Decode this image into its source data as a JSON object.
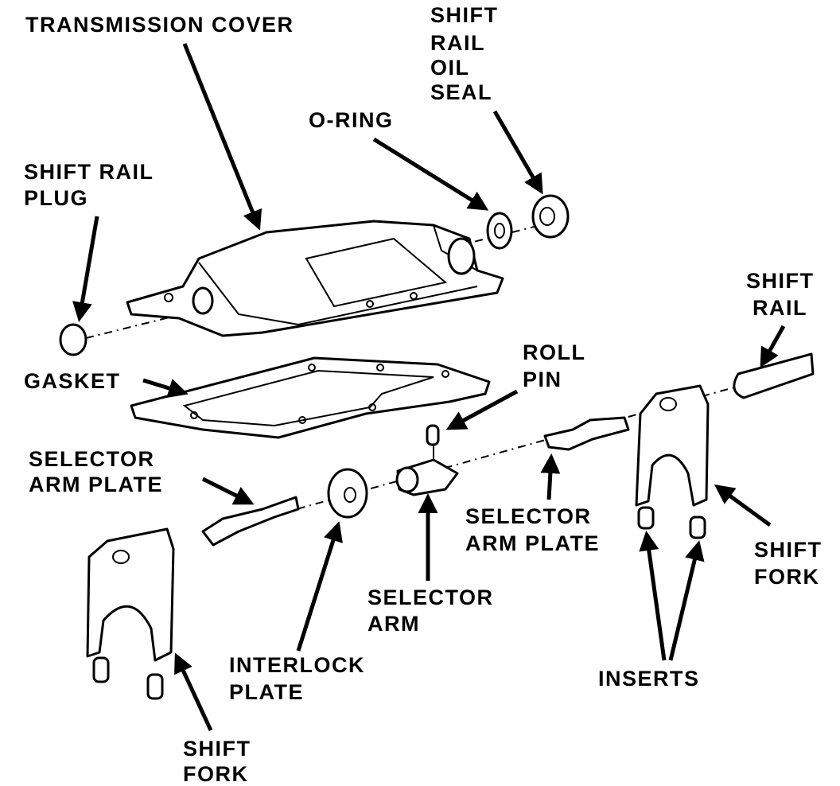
{
  "labels": {
    "transmission_cover": "TRANSMISSION COVER",
    "shift_rail_oil_seal": [
      "SHIFT",
      "RAIL",
      "OIL",
      "SEAL"
    ],
    "o_ring": "O-RING",
    "shift_rail_plug": [
      "SHIFT RAIL",
      "PLUG"
    ],
    "shift_rail": [
      "SHIFT",
      "RAIL"
    ],
    "gasket": "GASKET",
    "roll_pin": [
      "ROLL",
      "PIN"
    ],
    "selector_arm_plate_left": [
      "SELECTOR",
      "ARM PLATE"
    ],
    "selector_arm_plate_right": [
      "SELECTOR",
      "ARM PLATE"
    ],
    "shift_fork_right": [
      "SHIFT",
      "FORK"
    ],
    "selector_arm": [
      "SELECTOR",
      "ARM"
    ],
    "interlock_plate": [
      "INTERLOCK",
      "PLATE"
    ],
    "inserts": "INSERTS",
    "shift_fork_left": [
      "SHIFT",
      "FORK"
    ]
  }
}
